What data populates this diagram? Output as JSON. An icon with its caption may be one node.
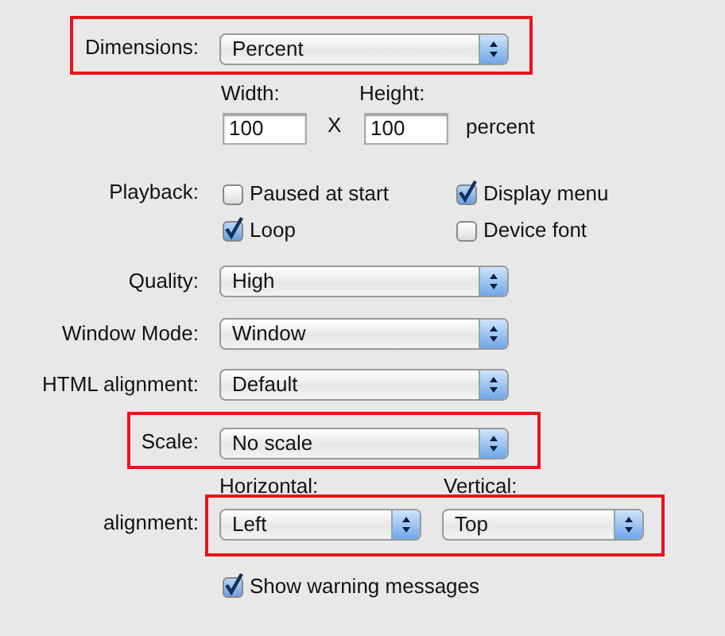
{
  "diagram": {
    "nodes": [
      {
        "text": [
          "Dimensions:",
          "Percent"
        ]
      },
      {
        "text": [
          "Scale:",
          "No scale"
        ]
      },
      {
        "text": [
          "Left",
          "Top"
        ],
        "beside": [
          "alignment:"
        ]
      }
    ],
    "labels": [
      "Width:",
      "Height:",
      "100",
      "X",
      "100",
      "percent",
      "Playback:",
      "Paused at start",
      "Display menu",
      "Loop",
      "Device font",
      "Quality:",
      "High",
      "Window Mode:",
      "Window",
      "HTML alignment:",
      "Default",
      "Horizontal:",
      "Vertical:",
      "Show warning messages"
    ]
  }
}
